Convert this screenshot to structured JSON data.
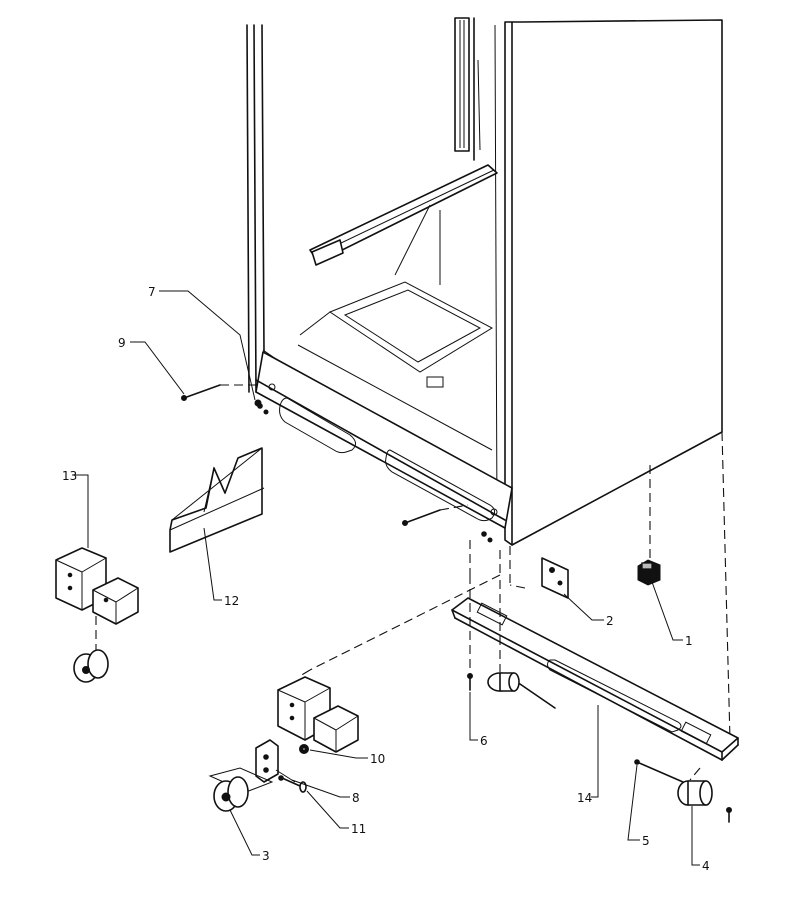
{
  "callouts": [
    {
      "id": "c1",
      "label": "1"
    },
    {
      "id": "c2",
      "label": "2"
    },
    {
      "id": "c3",
      "label": "3"
    },
    {
      "id": "c4",
      "label": "4"
    },
    {
      "id": "c5",
      "label": "5"
    },
    {
      "id": "c6",
      "label": "6"
    },
    {
      "id": "c7",
      "label": "7"
    },
    {
      "id": "c8",
      "label": "8"
    },
    {
      "id": "c9",
      "label": "9"
    },
    {
      "id": "c10",
      "label": "10"
    },
    {
      "id": "c11",
      "label": "11"
    },
    {
      "id": "c12",
      "label": "12"
    },
    {
      "id": "c13",
      "label": "13"
    },
    {
      "id": "c14",
      "label": "14"
    }
  ]
}
